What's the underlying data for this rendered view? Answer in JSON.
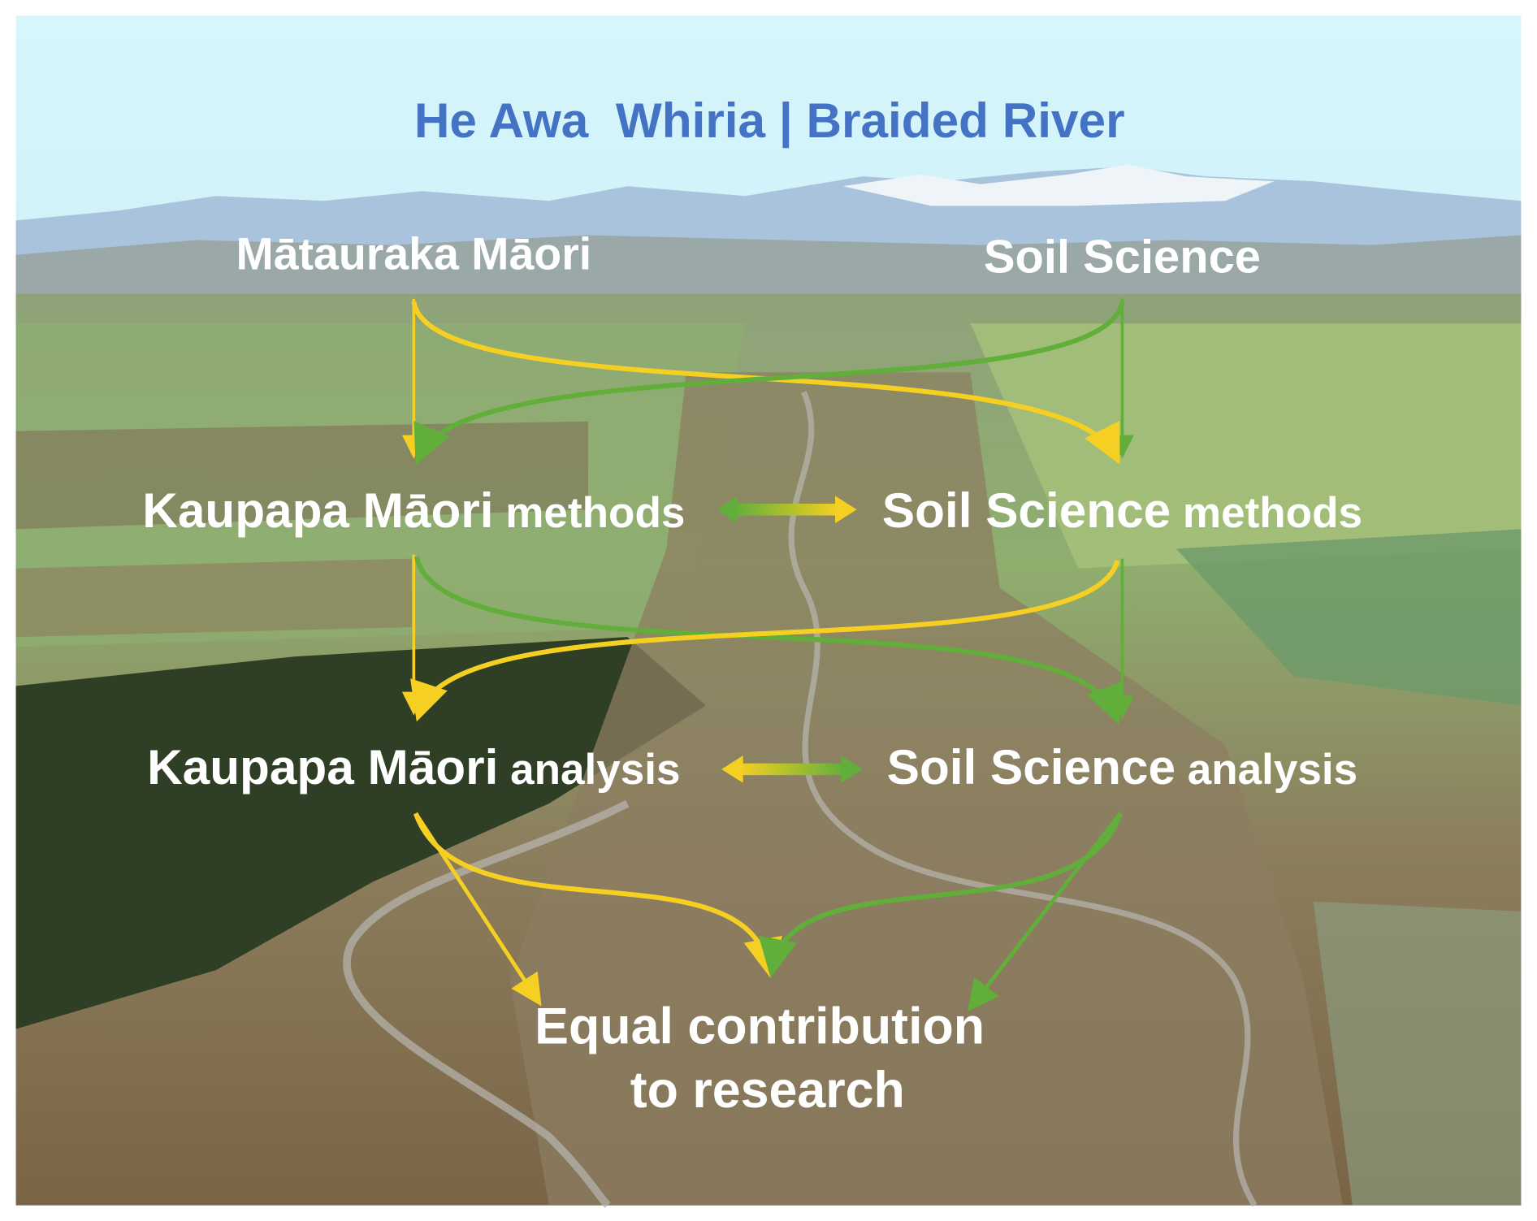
{
  "title": "He Awa  Whiria | Braided River",
  "sources": {
    "left": "Mātauraka Māori",
    "right": "Soil Science"
  },
  "methods": {
    "left_bold": "Kaupapa Māori",
    "left_rest": " methods",
    "right_bold": "Soil Science",
    "right_rest": " methods"
  },
  "analysis": {
    "left_bold": "Kaupapa Māori",
    "left_rest": " analysis",
    "right_bold": "Soil Science",
    "right_rest": " analysis"
  },
  "outcome": {
    "line1": "Equal contribution",
    "line2": "to research"
  },
  "colors": {
    "title": "#4472C4",
    "maori_arrow": "#F5D023",
    "science_arrow": "#62AE3A"
  }
}
